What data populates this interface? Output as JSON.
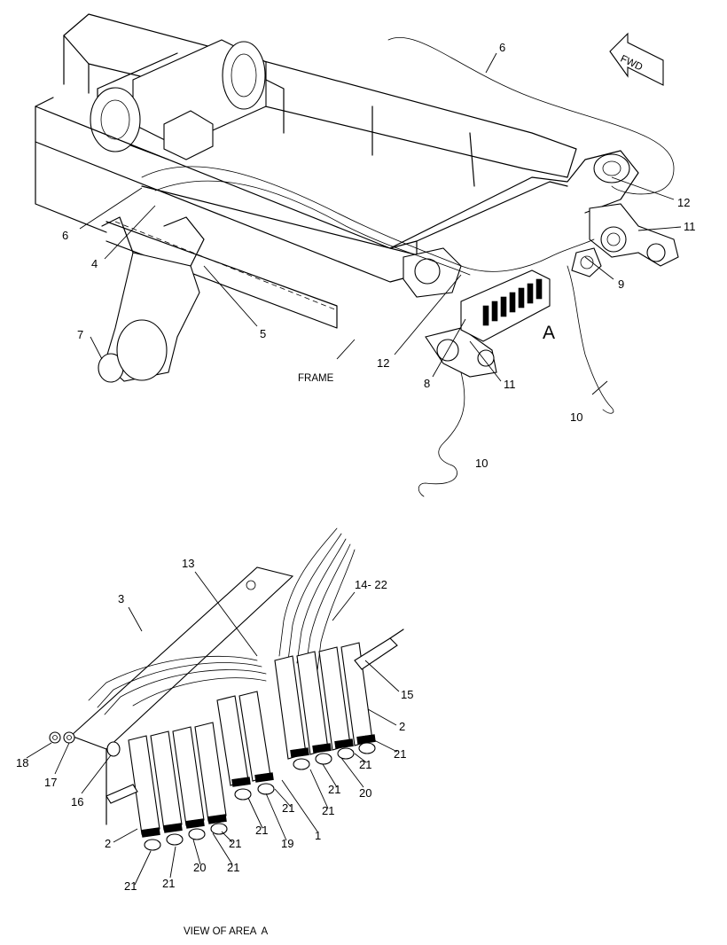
{
  "upper_view": {
    "callouts": {
      "c6a": "6",
      "c6b": "6",
      "c4": "4",
      "c5": "5",
      "c7": "7",
      "c12a": "12",
      "c12b": "12",
      "c11a": "11",
      "c11b": "11",
      "c9": "9",
      "c8": "8",
      "c10a": "10",
      "c10b": "10"
    },
    "frame_label": "FRAME",
    "area_marker": "A",
    "fwd_arrow": "FWD"
  },
  "detail_view": {
    "callouts": {
      "c13": "13",
      "c3": "3",
      "c14_22": "14- 22",
      "c15": "15",
      "c2a": "2",
      "c21a": "21",
      "c21b": "21",
      "c20a": "20",
      "c21c": "21",
      "c21d": "21",
      "c21e": "21",
      "c1": "1",
      "c19": "19",
      "c21f": "21",
      "c21g": "21",
      "c21h": "21",
      "c20b": "20",
      "c21i": "21",
      "c2b": "2",
      "c21j": "21",
      "c16": "16",
      "c17": "17",
      "c18": "18"
    },
    "caption": "VIEW OF AREA  A"
  }
}
